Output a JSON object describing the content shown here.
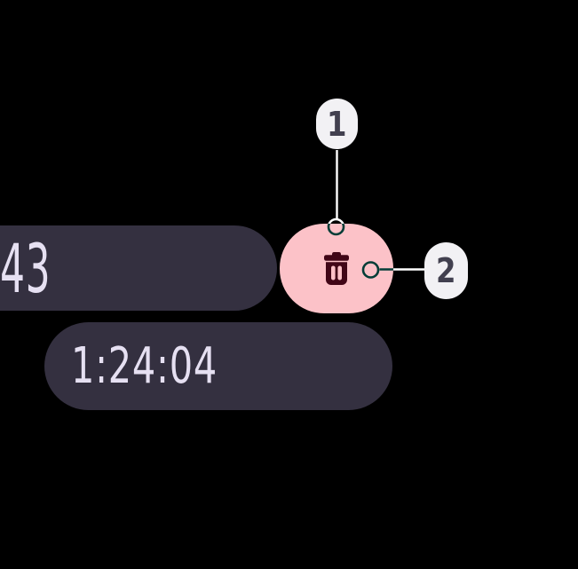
{
  "colors": {
    "background": "#000000",
    "pill_bg": "#343040",
    "pill_text": "#e6e0f2",
    "button_bg": "#fcc2c8",
    "icon_color": "#410617",
    "badge_bg": "#f2f1f4",
    "badge_text": "#42404f",
    "connector": "#ffffff"
  },
  "timer": {
    "partial_value": "43",
    "elapsed_value": "1:24:04"
  },
  "delete_button": {
    "icon": "trash-icon"
  },
  "annotations": [
    {
      "label": "1"
    },
    {
      "label": "2"
    }
  ]
}
